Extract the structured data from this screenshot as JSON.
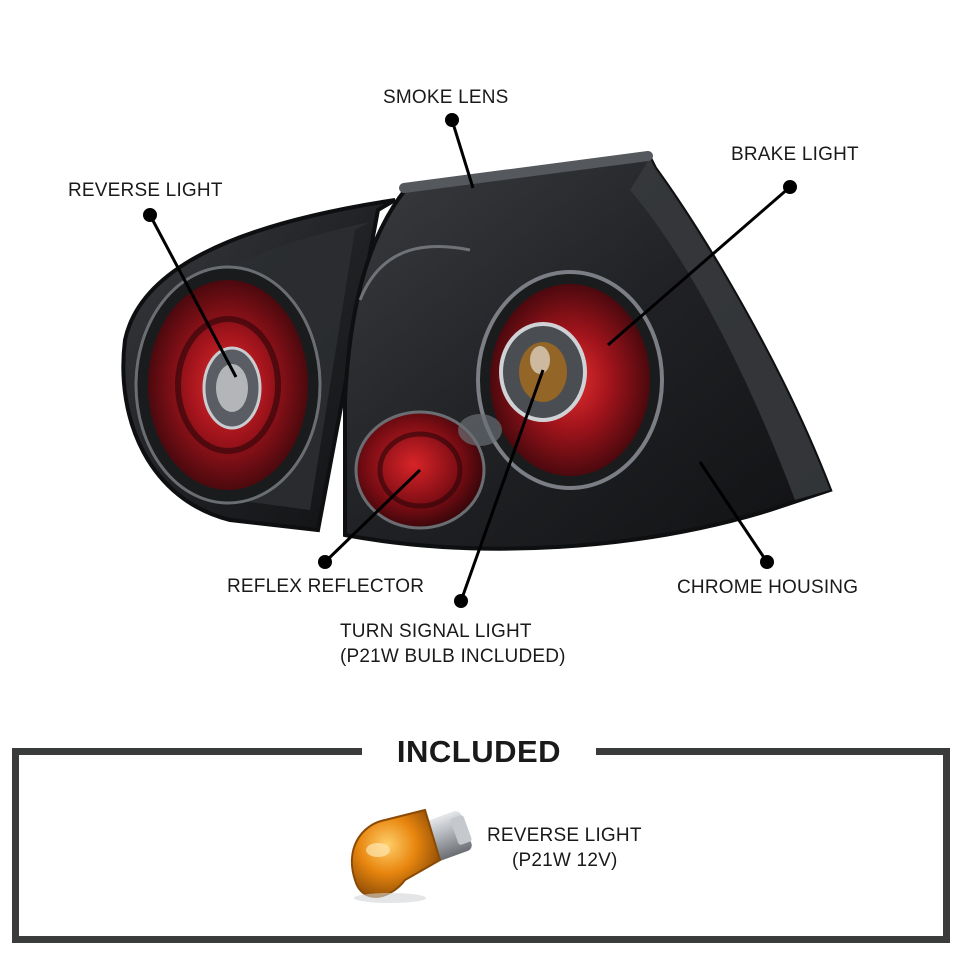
{
  "callouts": {
    "smoke_lens": "SMOKE LENS",
    "brake_light": "BRAKE LIGHT",
    "reverse_light": "REVERSE LIGHT",
    "reflex_reflector": "REFLEX REFLECTOR",
    "chrome_housing": "CHROME HOUSING",
    "turn_signal_line1": "TURN SIGNAL LIGHT",
    "turn_signal_line2": "(P21W BULB INCLUDED)"
  },
  "included": {
    "title": "INCLUDED",
    "item_line1": "REVERSE LIGHT",
    "item_line2": "(P21W 12V)"
  },
  "colors": {
    "housing": "#1b1c1e",
    "lens_red": "#a0141c",
    "bulb_amber": "#e38a10",
    "frame": "#3a3c3c"
  }
}
